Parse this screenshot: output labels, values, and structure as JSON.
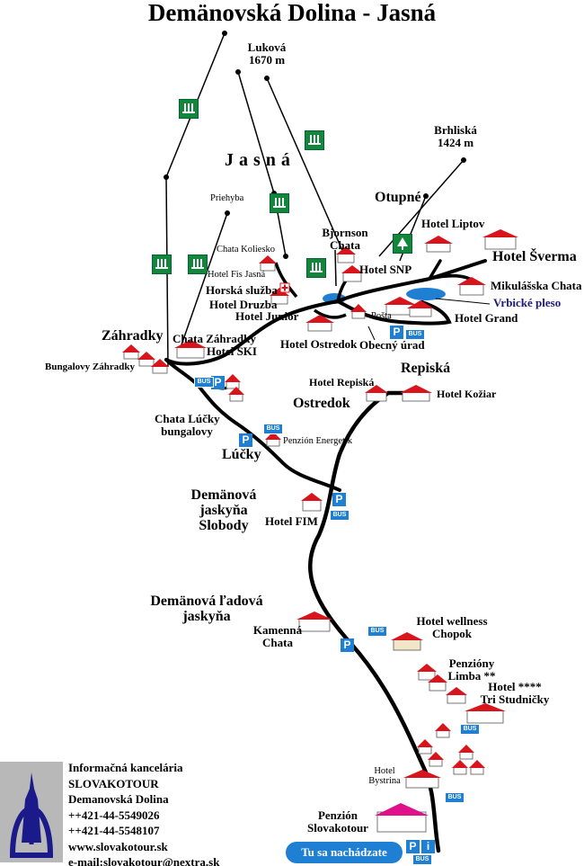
{
  "title": "Demänovská Dolina - Jasná",
  "areas": {
    "jasna": "Jasná",
    "otupne": "Otupné",
    "zahradky": "Záhradky",
    "repiska": "Repiská",
    "ostredok": "Ostredok",
    "lucky": "Lúčky"
  },
  "peaks": {
    "lukova_name": "Luková",
    "lukova_alt": "1670 m",
    "brhliska_name": "Brhliská",
    "brhliska_alt": "1424 m",
    "priehyba": "Priehyba"
  },
  "places": {
    "chata_koliesko": "Chata Koliesko",
    "bjornson": "Bjornson",
    "bjornson_chata": "Chata",
    "hotel_snp": "Hotel SNP",
    "hotel_liptov": "Hotel Liptov",
    "hotel_sverma": "Hotel Šverma",
    "mikulasska": "Mikulášska Chata",
    "vrbicke": "Vrbické pleso",
    "hotel_fis": "Hotel Fis Jasná",
    "horska": "Horská služba",
    "druzba": "Hotel Druzba",
    "junior": "Hotel Junior",
    "posta": "Pošta",
    "grand": "Hotel Grand",
    "obecny": "Obecný úrad",
    "ostredok_hotel": "Hotel Ostredok",
    "chata_zahradky": "Chata Záhradky",
    "hotel_ski": "Hotel SKI",
    "bungalovy": "Bungalovy Záhradky",
    "repiska_hotel": "Hotel Repiská",
    "koziar": "Hotel Kožiar",
    "chata_lucky": "Chata Lúčky",
    "chata_lucky2": "bungalovy",
    "energetik": "Penzión Energetik",
    "jaskyna_slobody_1": "Demänová",
    "jaskyna_slobody_2": "jaskyňa",
    "jaskyna_slobody_3": "Slobody",
    "fim": "Hotel FIM",
    "ladova_1": "Demänová ľadová",
    "ladova_2": "jaskyňa",
    "kamenna_1": "Kamenná",
    "kamenna_2": "Chata",
    "wellness_1": "Hotel wellness",
    "wellness_2": "Chopok",
    "limba_1": "Penzióny",
    "limba_2": "Limba **",
    "studnicky_1": "Hotel ****",
    "studnicky_2": "Tri Studničky",
    "bystrina_1": "Hotel",
    "bystrina_2": "Bystrina",
    "slovakotour_1": "Penzión",
    "slovakotour_2": "Slovakotour"
  },
  "markers": {
    "parking": "P",
    "bus": "BUS",
    "info": "i",
    "you_are_here": "Tu sa nachádzate"
  },
  "info_box": {
    "line1": "Informačná kancelária",
    "line2": "SLOVAKOTOUR",
    "line3": "Demanovská Dolina",
    "phone1": "++421-44-5549026",
    "phone2": "++421-44-5548107",
    "web": "www.slovakotour.sk",
    "email": "e-mail:slovakotour@nextra.sk"
  },
  "colors": {
    "road": "#000000",
    "roof": "#d8141c",
    "lake": "#1f7fd2",
    "lift": "#12863a",
    "sign": "#1f7fd2",
    "slovakotour": "#e0108a"
  }
}
